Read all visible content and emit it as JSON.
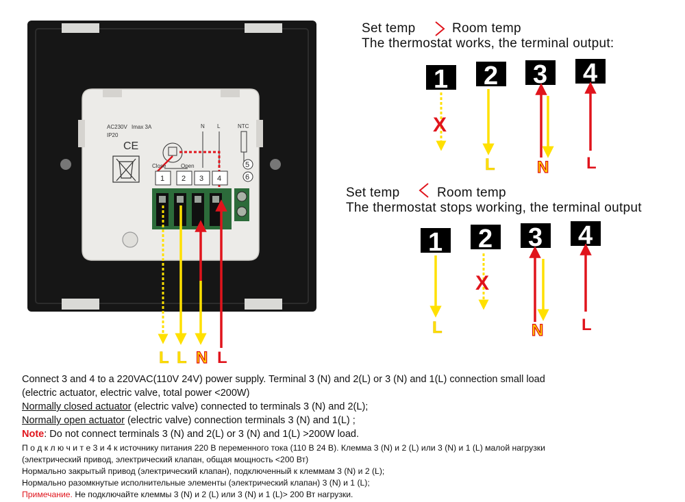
{
  "working": {
    "header_line1_left": "Set  temp",
    "header_line1_right": "Room temp",
    "header_line2": "The thermostat works, the terminal output:",
    "terminals": [
      "1",
      "2",
      "3",
      "4"
    ],
    "x_mark": "X",
    "labels": [
      "L",
      "N",
      "L"
    ]
  },
  "stopped": {
    "header_line1_left": "Set  temp",
    "header_line1_right": "Room temp",
    "header_line2": "The thermostat stops working, the terminal output",
    "terminals": [
      "1",
      "2",
      "3",
      "4"
    ],
    "x_mark": "X",
    "labels": [
      "L",
      "N",
      "L"
    ]
  },
  "device": {
    "rating": "AC230V",
    "current": "Imax 3A",
    "ip": "IP20",
    "ce": "CE",
    "n": "N",
    "l": "L",
    "ntc": "NTC",
    "close": "Close",
    "open": "Open",
    "terminals": [
      "1",
      "2",
      "3",
      "4"
    ],
    "ntc_terminals": [
      "5",
      "6"
    ],
    "bottom_labels": [
      "L",
      "L",
      "N",
      "L"
    ]
  },
  "notes": {
    "en_line1": "Connect 3 and 4 to a 220VAC(110V 24V) power supply. Terminal 3 (N) and 2(L) or 3 (N) and 1(L) connection small load",
    "en_line2": "(electric actuator, electric valve, total power <200W)",
    "en_line3_u": "Normally closed actuator",
    "en_line3_rest": " (electric valve) connected to terminals 3 (N) and 2(L);",
    "en_line4_u": "Normally open actuator",
    "en_line4_rest": " (electric valve) connection terminals 3 (N) and 1(L) ;",
    "en_note_label": "Note",
    "en_note_rest": ": Do not connect terminals 3 (N) and 2(L) or 3 (N) and 1(L)  >200W load.",
    "ru_line1_spaced": "П о д к л ю ч и т е",
    "ru_line1_rest": " 3 и 4 к источнику питания 220 В переменного тока (110 В 24 В). Клемма 3 (N) и 2 (L) или 3 (N) и 1 (L) малой нагрузки",
    "ru_line2": "(электрический привод, электрический клапан, общая мощность <200 Вт)",
    "ru_line3": "Нормально закрытый привод (электрический клапан), подключенный к клеммам 3 (N) и 2 (L);",
    "ru_line4": "Нормально разомкнутые исполнительные элементы (электрический клапан) 3 (N) и 1 (L);",
    "ru_note_label": "Примечание.",
    "ru_note_rest": " Не подключайте клеммы 3 (N) и 2 (L) или 3 (N) и 1 (L)> 200 Вт нагрузки."
  },
  "colors": {
    "live_yellow": "#ffe000",
    "neutral_red": "#e0141c",
    "box_black": "#000000",
    "frame": "#1a1a1a",
    "module": "#ecebe8"
  }
}
